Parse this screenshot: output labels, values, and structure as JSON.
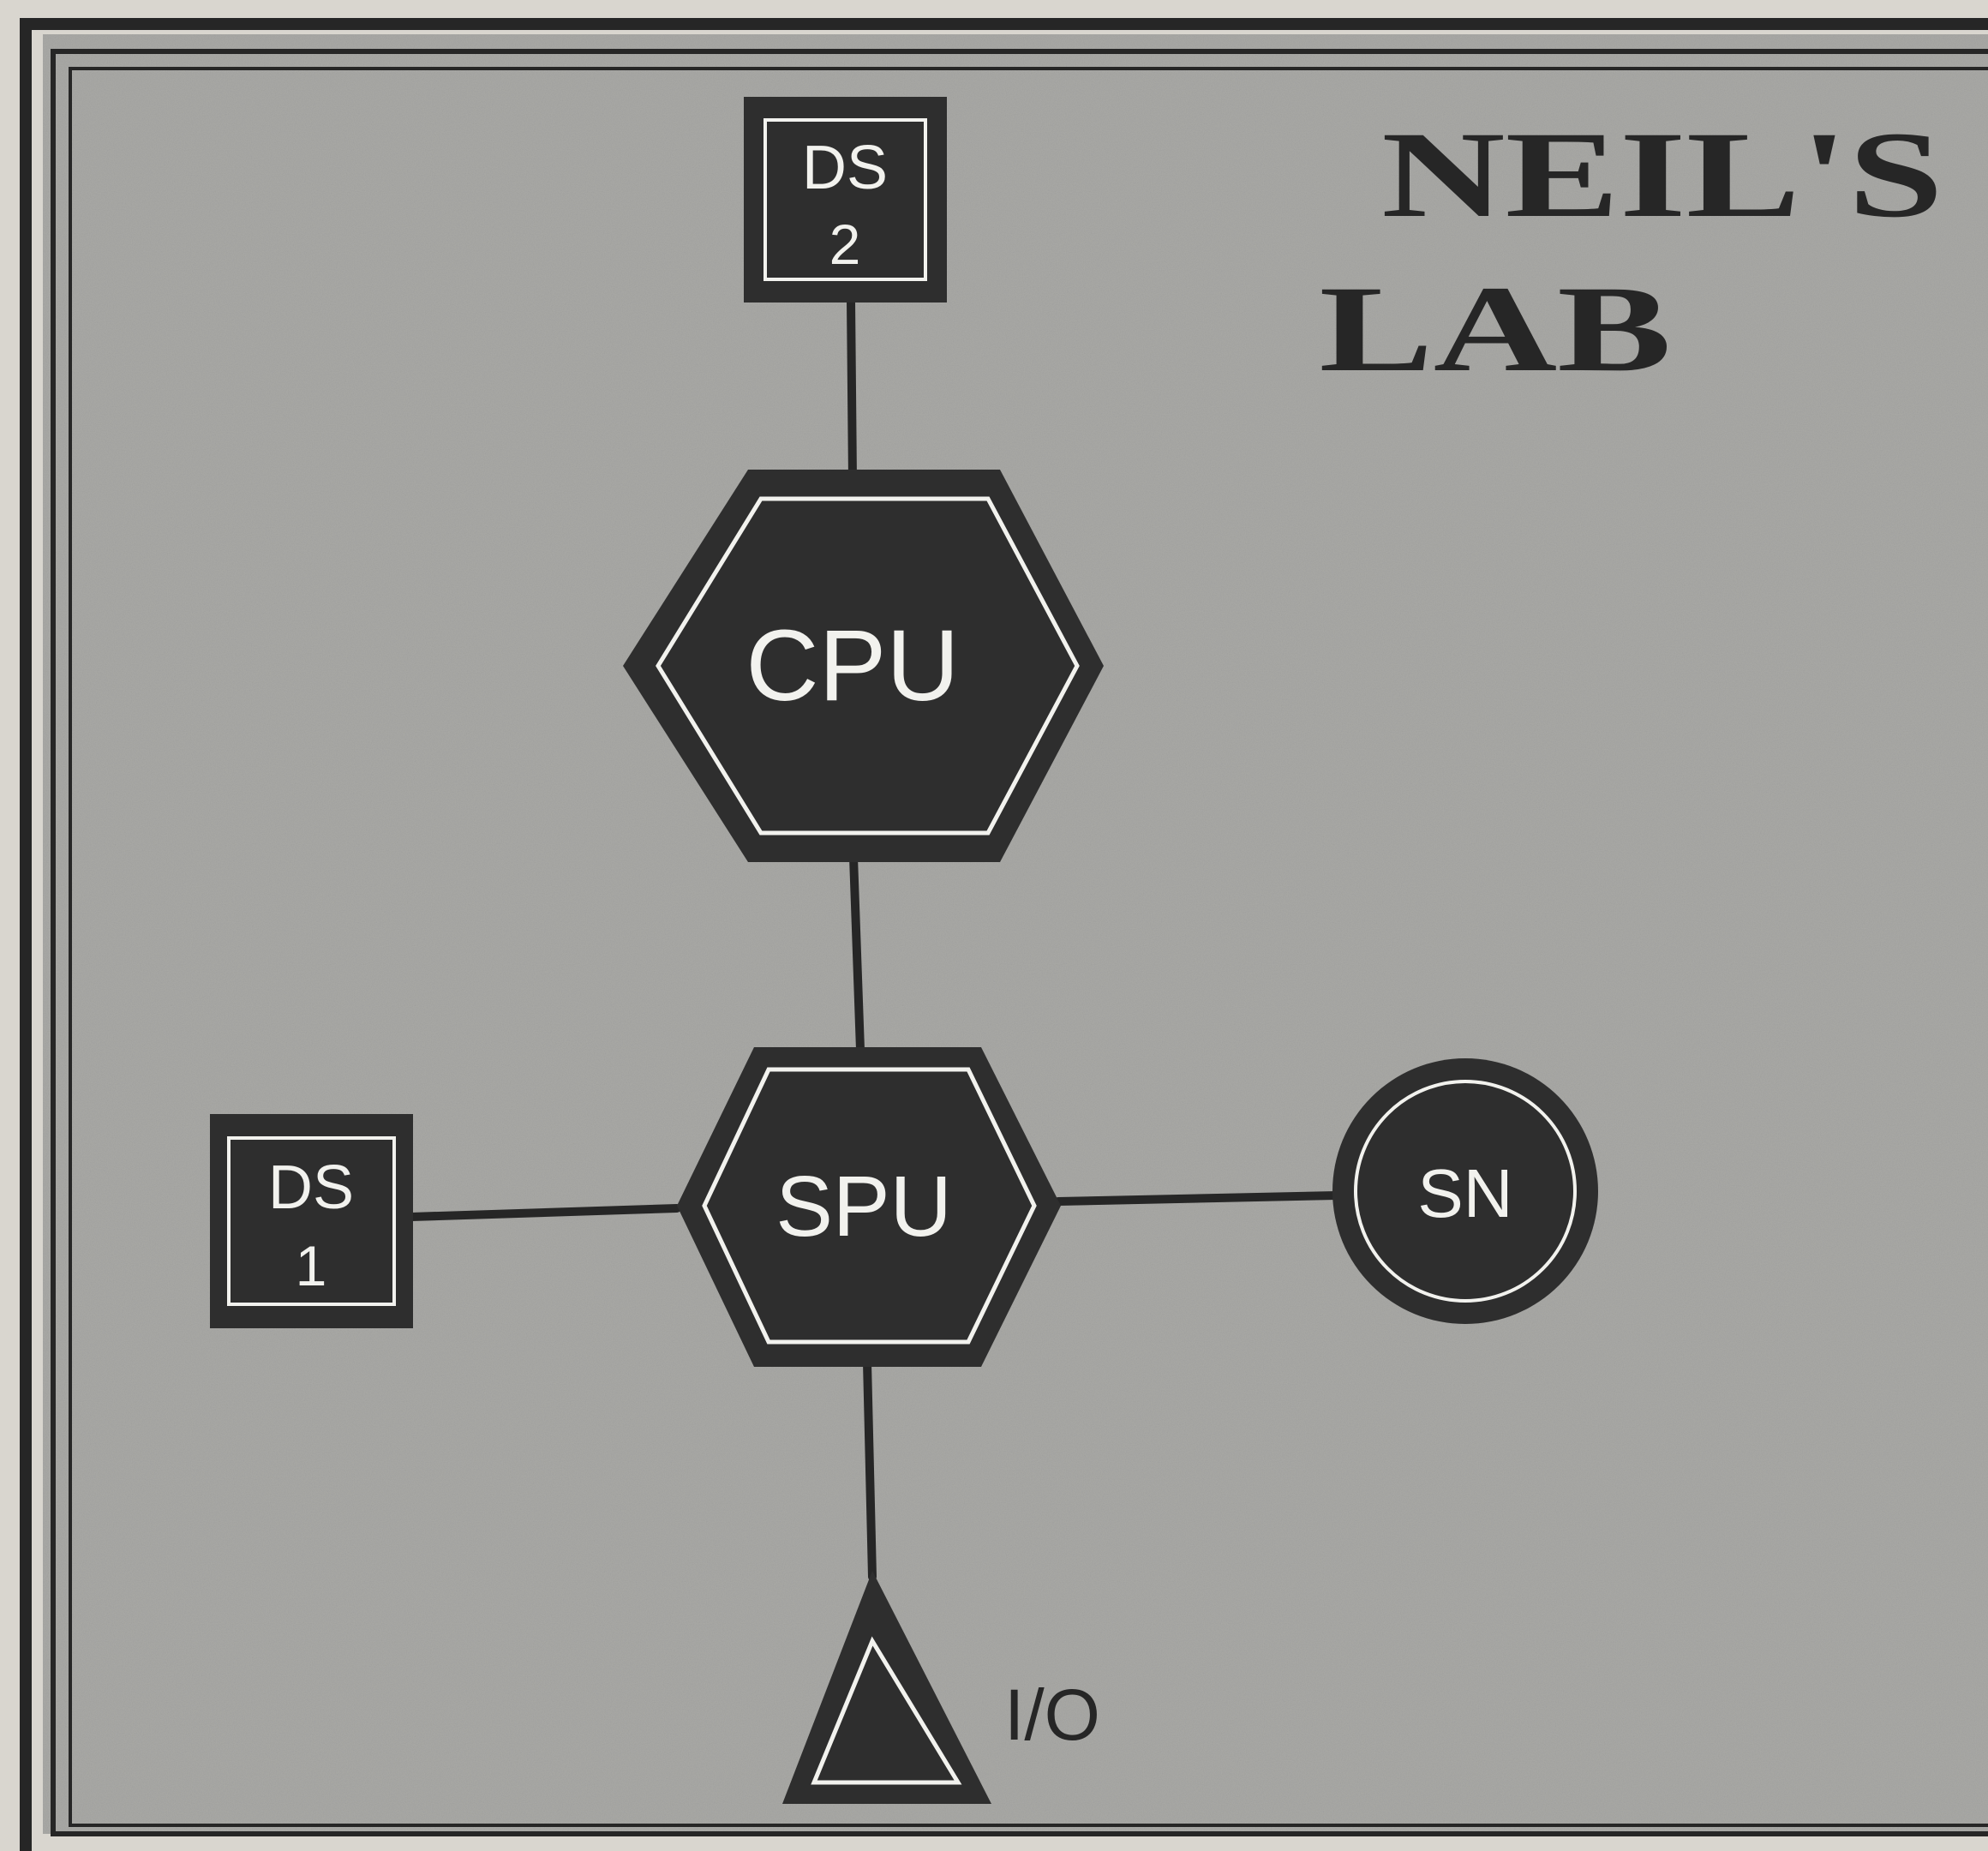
{
  "title": {
    "line1": "NEIL'S",
    "line2": "LAB"
  },
  "nodes": {
    "ds2": {
      "line1": "DS",
      "line2": "2"
    },
    "cpu": {
      "label": "CPU"
    },
    "spu": {
      "label": "SPU"
    },
    "ds1": {
      "line1": "DS",
      "line2": "1"
    },
    "sn": {
      "label": "SN"
    },
    "io": {
      "label": "I/O"
    }
  },
  "colors": {
    "background": "#a9a9a6",
    "ink": "#262626",
    "node_fill": "#2e2e2e",
    "node_text": "#f2f2ee",
    "page": "#d9d6cf"
  }
}
